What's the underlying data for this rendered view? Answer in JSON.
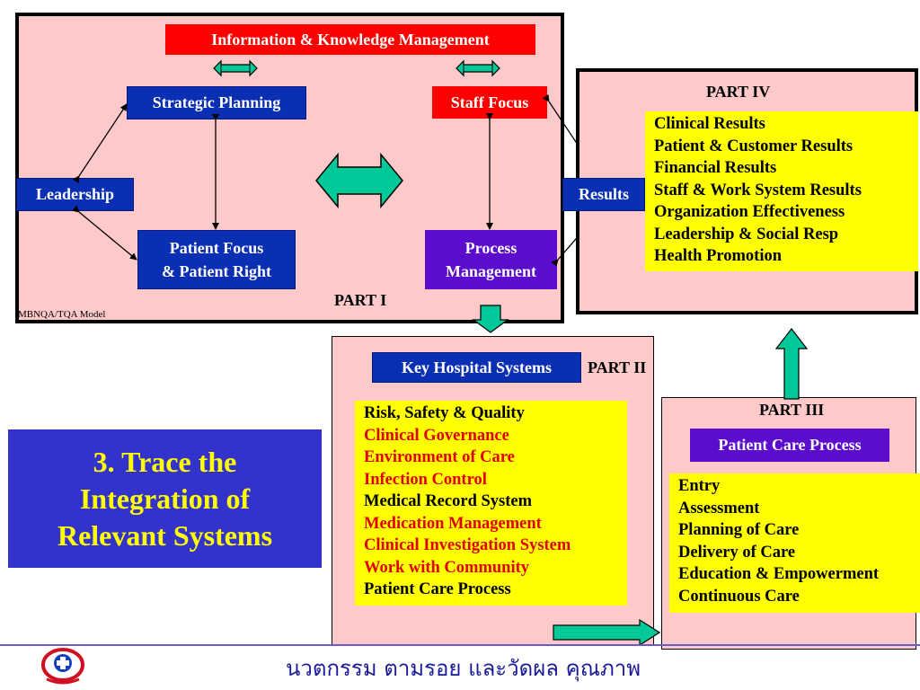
{
  "part1": {
    "info_mgmt": "Information & Knowledge Management",
    "strategic_planning": "Strategic Planning",
    "staff_focus": "Staff Focus",
    "leadership": "Leadership",
    "patient_focus_line1": "Patient Focus",
    "patient_focus_line2": "& Patient Right",
    "process_mgmt_line1": "Process",
    "process_mgmt_line2": "Management",
    "part_label": "PART I",
    "model_label": "MBNQA/TQA Model"
  },
  "part4": {
    "part_label": "PART IV",
    "results": "Results",
    "items": [
      "Clinical Results",
      "Patient & Customer Results",
      "Financial Results",
      "Staff & Work System Results",
      "Organization Effectiveness",
      "Leadership & Social Resp",
      "Health Promotion"
    ]
  },
  "part2": {
    "title": "Key Hospital Systems",
    "part_label": "PART II",
    "items": [
      {
        "text": "Risk, Safety & Quality",
        "color": "#000000"
      },
      {
        "text": "Clinical Governance",
        "color": "#e00000"
      },
      {
        "text": "Environment of Care",
        "color": "#e00000"
      },
      {
        "text": "Infection Control",
        "color": "#e00000"
      },
      {
        "text": "Medical Record System",
        "color": "#000000"
      },
      {
        "text": "Medication Management",
        "color": "#e00000"
      },
      {
        "text": "Clinical Investigation System",
        "color": "#e00000"
      },
      {
        "text": "Work with Community",
        "color": "#e00000"
      },
      {
        "text": "Patient Care Process",
        "color": "#000000"
      }
    ]
  },
  "part3": {
    "part_label": "PART III",
    "title": "Patient Care Process",
    "items": [
      "Entry",
      "Assessment",
      "Planning of Care",
      "Delivery of Care",
      "Education & Empowerment",
      "Continuous Care"
    ]
  },
  "headline": {
    "line1": "3. Trace the",
    "line2": "Integration of",
    "line3": "Relevant Systems"
  },
  "footer": {
    "slogan": "นวตกรรม ตามรอย และวัดผล คุณภาพ"
  },
  "colors": {
    "panel": "#fdc9c9",
    "blue": "#0b2fb3",
    "red": "#ff0000",
    "purple": "#5c0ccc",
    "yellow": "#ffff00",
    "arrow_teal": "#00c898",
    "headline_bg": "#3333cc",
    "headline_text": "#ffff00"
  }
}
